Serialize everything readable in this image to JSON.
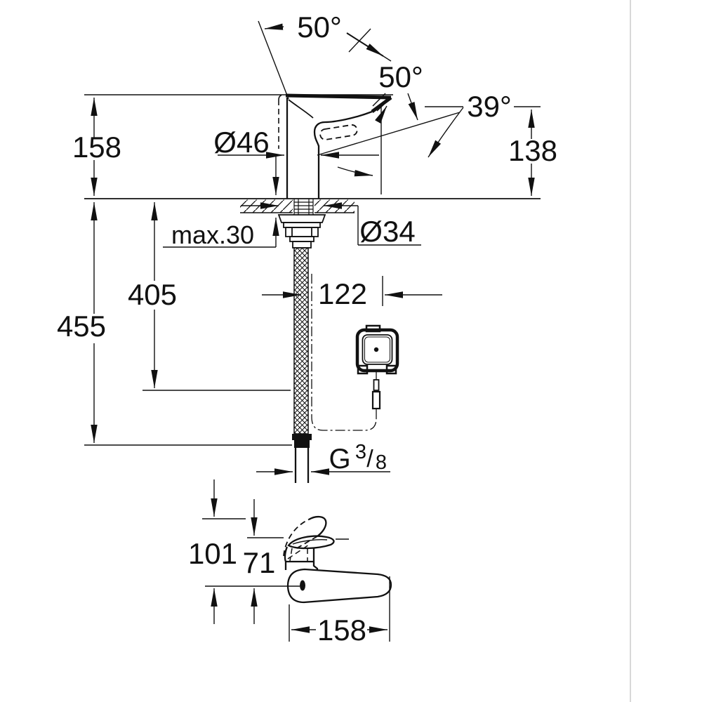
{
  "page": {
    "background": "#ffffff",
    "ink": "#111111",
    "frame_line": "#d8d8d8"
  },
  "drawing": {
    "subject": "single-lever basin mixer - installation dimension drawing",
    "labels": {
      "angle_top": "50°",
      "angle_lever": "50°",
      "angle_spout": "39°",
      "height_deck_to_top": "158",
      "height_deck_to_spout": "138",
      "base_diameter": "Ø46",
      "deck_thickness_max": "max.30",
      "hole_diameter": "Ø34",
      "hose_length_total": "455",
      "hose_length_to_tee": "405",
      "control_box_offset": "122",
      "thread_letter": "G",
      "thread_numerator": "3",
      "thread_slash": "/",
      "thread_denominator": "8",
      "front_height_total": "101",
      "front_height_body": "71",
      "spout_reach": "158"
    }
  }
}
